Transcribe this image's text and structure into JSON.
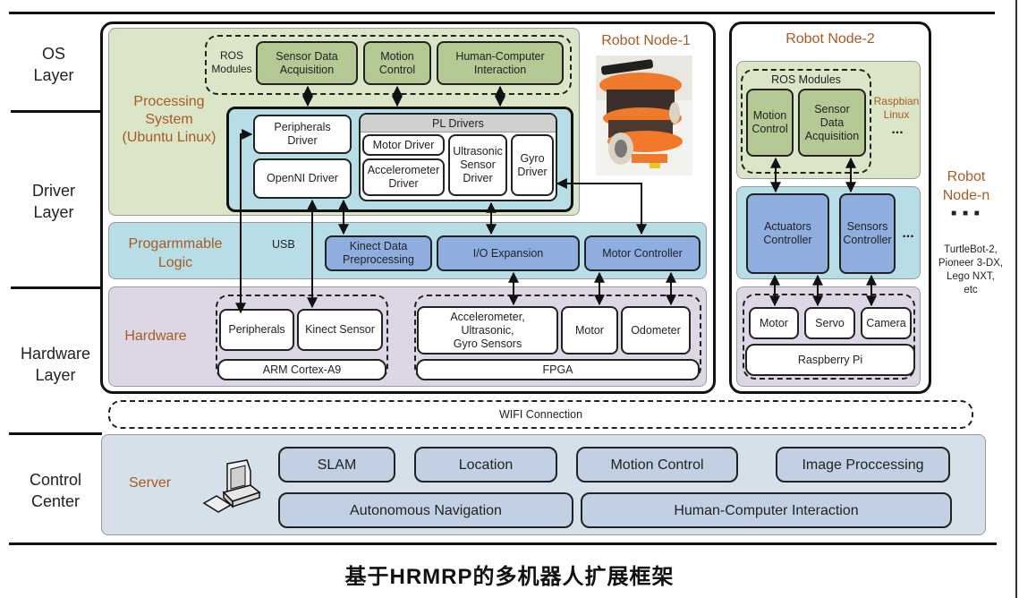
{
  "layers": {
    "os": "OS\nLayer",
    "driver": "Driver\nLayer",
    "hardware": "Hardware\nLayer",
    "control": "Control\nCenter"
  },
  "node1": {
    "title": "Robot Node-1",
    "photo": "robot-photo",
    "processing_system": "Processing\nSystem\n(Ubuntu Linux)",
    "ros_label": "ROS\nModules",
    "ros_modules": [
      "Sensor Data\nAcquisition",
      "Motion\nControl",
      "Human-Computer\nInteraction"
    ],
    "peripherals_driver": "Peripherals\nDriver",
    "openni_driver": "OpenNI Driver",
    "pl_drivers_title": "PL Drivers",
    "pl_drivers": {
      "motor": "Motor Driver",
      "accelerometer": "Accelerometer\nDriver",
      "ultrasonic": "Ultrasonic\nSensor\nDriver",
      "gyro": "Gyro\nDriver"
    },
    "programmable_logic": "Progarmmable\nLogic",
    "usb": "USB",
    "pl_blocks": [
      "Kinect Data\nPreprocessing",
      "I/O Expansion",
      "Motor Controller"
    ],
    "hardware": "Hardware",
    "arm_items": [
      "Peripherals",
      "Kinect Sensor"
    ],
    "arm_base": "ARM Cortex-A9",
    "fpga_items": [
      "Accelerometer,\nUltrasonic,\nGyro Sensors",
      "Motor",
      "Odometer"
    ],
    "fpga_base": "FPGA"
  },
  "node2": {
    "title": "Robot Node-2",
    "ros_label": "ROS Modules",
    "ros_modules": [
      "Motion\nControl",
      "Sensor\nData\nAcquisition"
    ],
    "os_label": "Raspbian\nLinux",
    "ellipsis": "...",
    "controllers": [
      "Actuators\nController",
      "Sensors\nController"
    ],
    "devices": [
      "Motor",
      "Servo",
      "Camera"
    ],
    "board": "Raspberry Pi"
  },
  "noden": {
    "title": "Robot\nNode-n",
    "dots": "■ ■ ■",
    "examples": "TurtleBot-2,\nPioneer 3-DX,\nLego NXT,\netc"
  },
  "wifi": "WIFI Connection",
  "control_center": {
    "server": "Server",
    "row1": [
      "SLAM",
      "Location",
      "Motion Control",
      "Image Proccessing"
    ],
    "row2": [
      "Autonomous Navigation",
      "Human-Computer Interaction"
    ]
  },
  "caption": "基于HRMRP的多机器人扩展框架"
}
